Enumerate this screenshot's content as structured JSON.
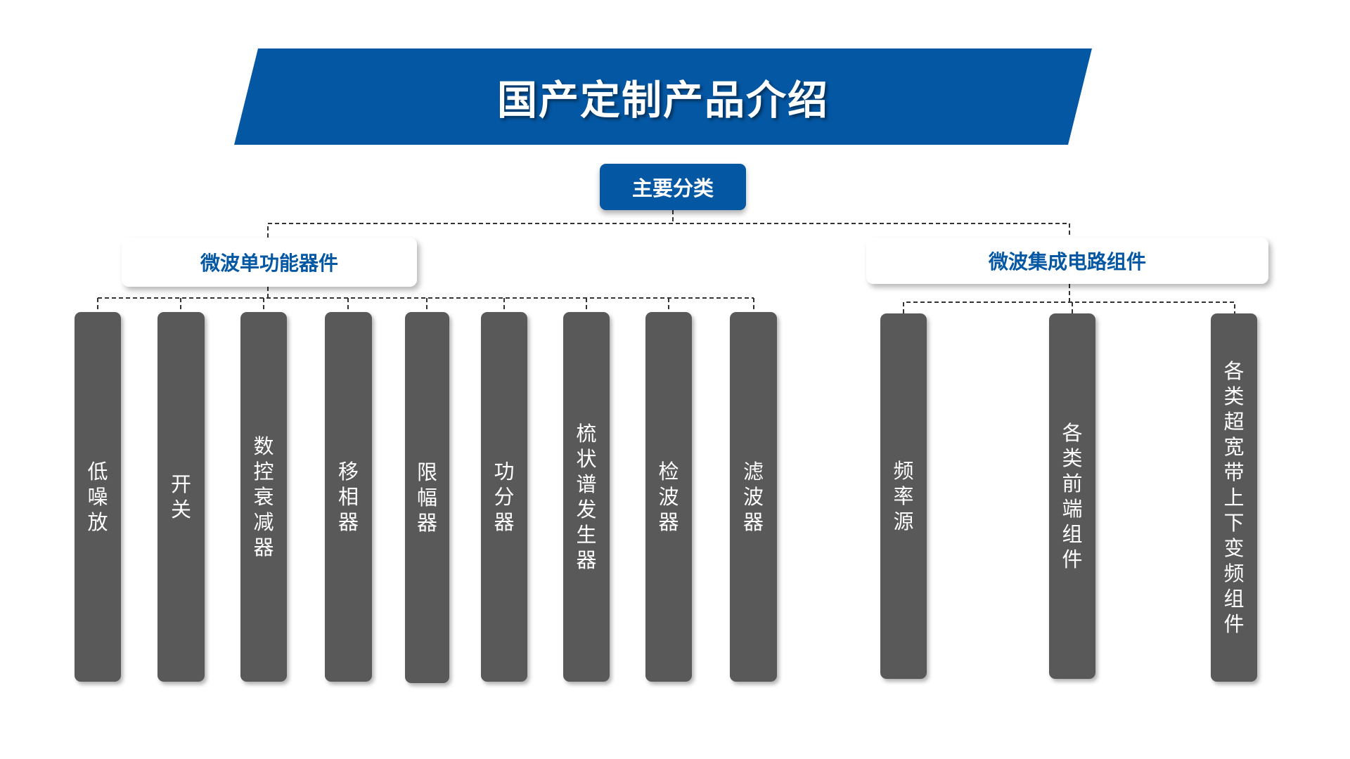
{
  "title": "国产定制产品介绍",
  "root": {
    "label": "主要分类"
  },
  "categories": [
    {
      "label": "微波单功能器件",
      "items": [
        "低噪放",
        "开关",
        "数控衰减器",
        "移相器",
        "限幅器",
        "功分器",
        "梳状谱发生器",
        "检波器",
        "滤波器"
      ]
    },
    {
      "label": "微波集成电路组件",
      "items": [
        "频率源",
        "各类前端组件",
        "各类超宽带上下变频组件"
      ]
    }
  ],
  "colors": {
    "primary_blue": "#0457a3",
    "pillar_gray": "#595959",
    "category_text": "#0457a3"
  }
}
